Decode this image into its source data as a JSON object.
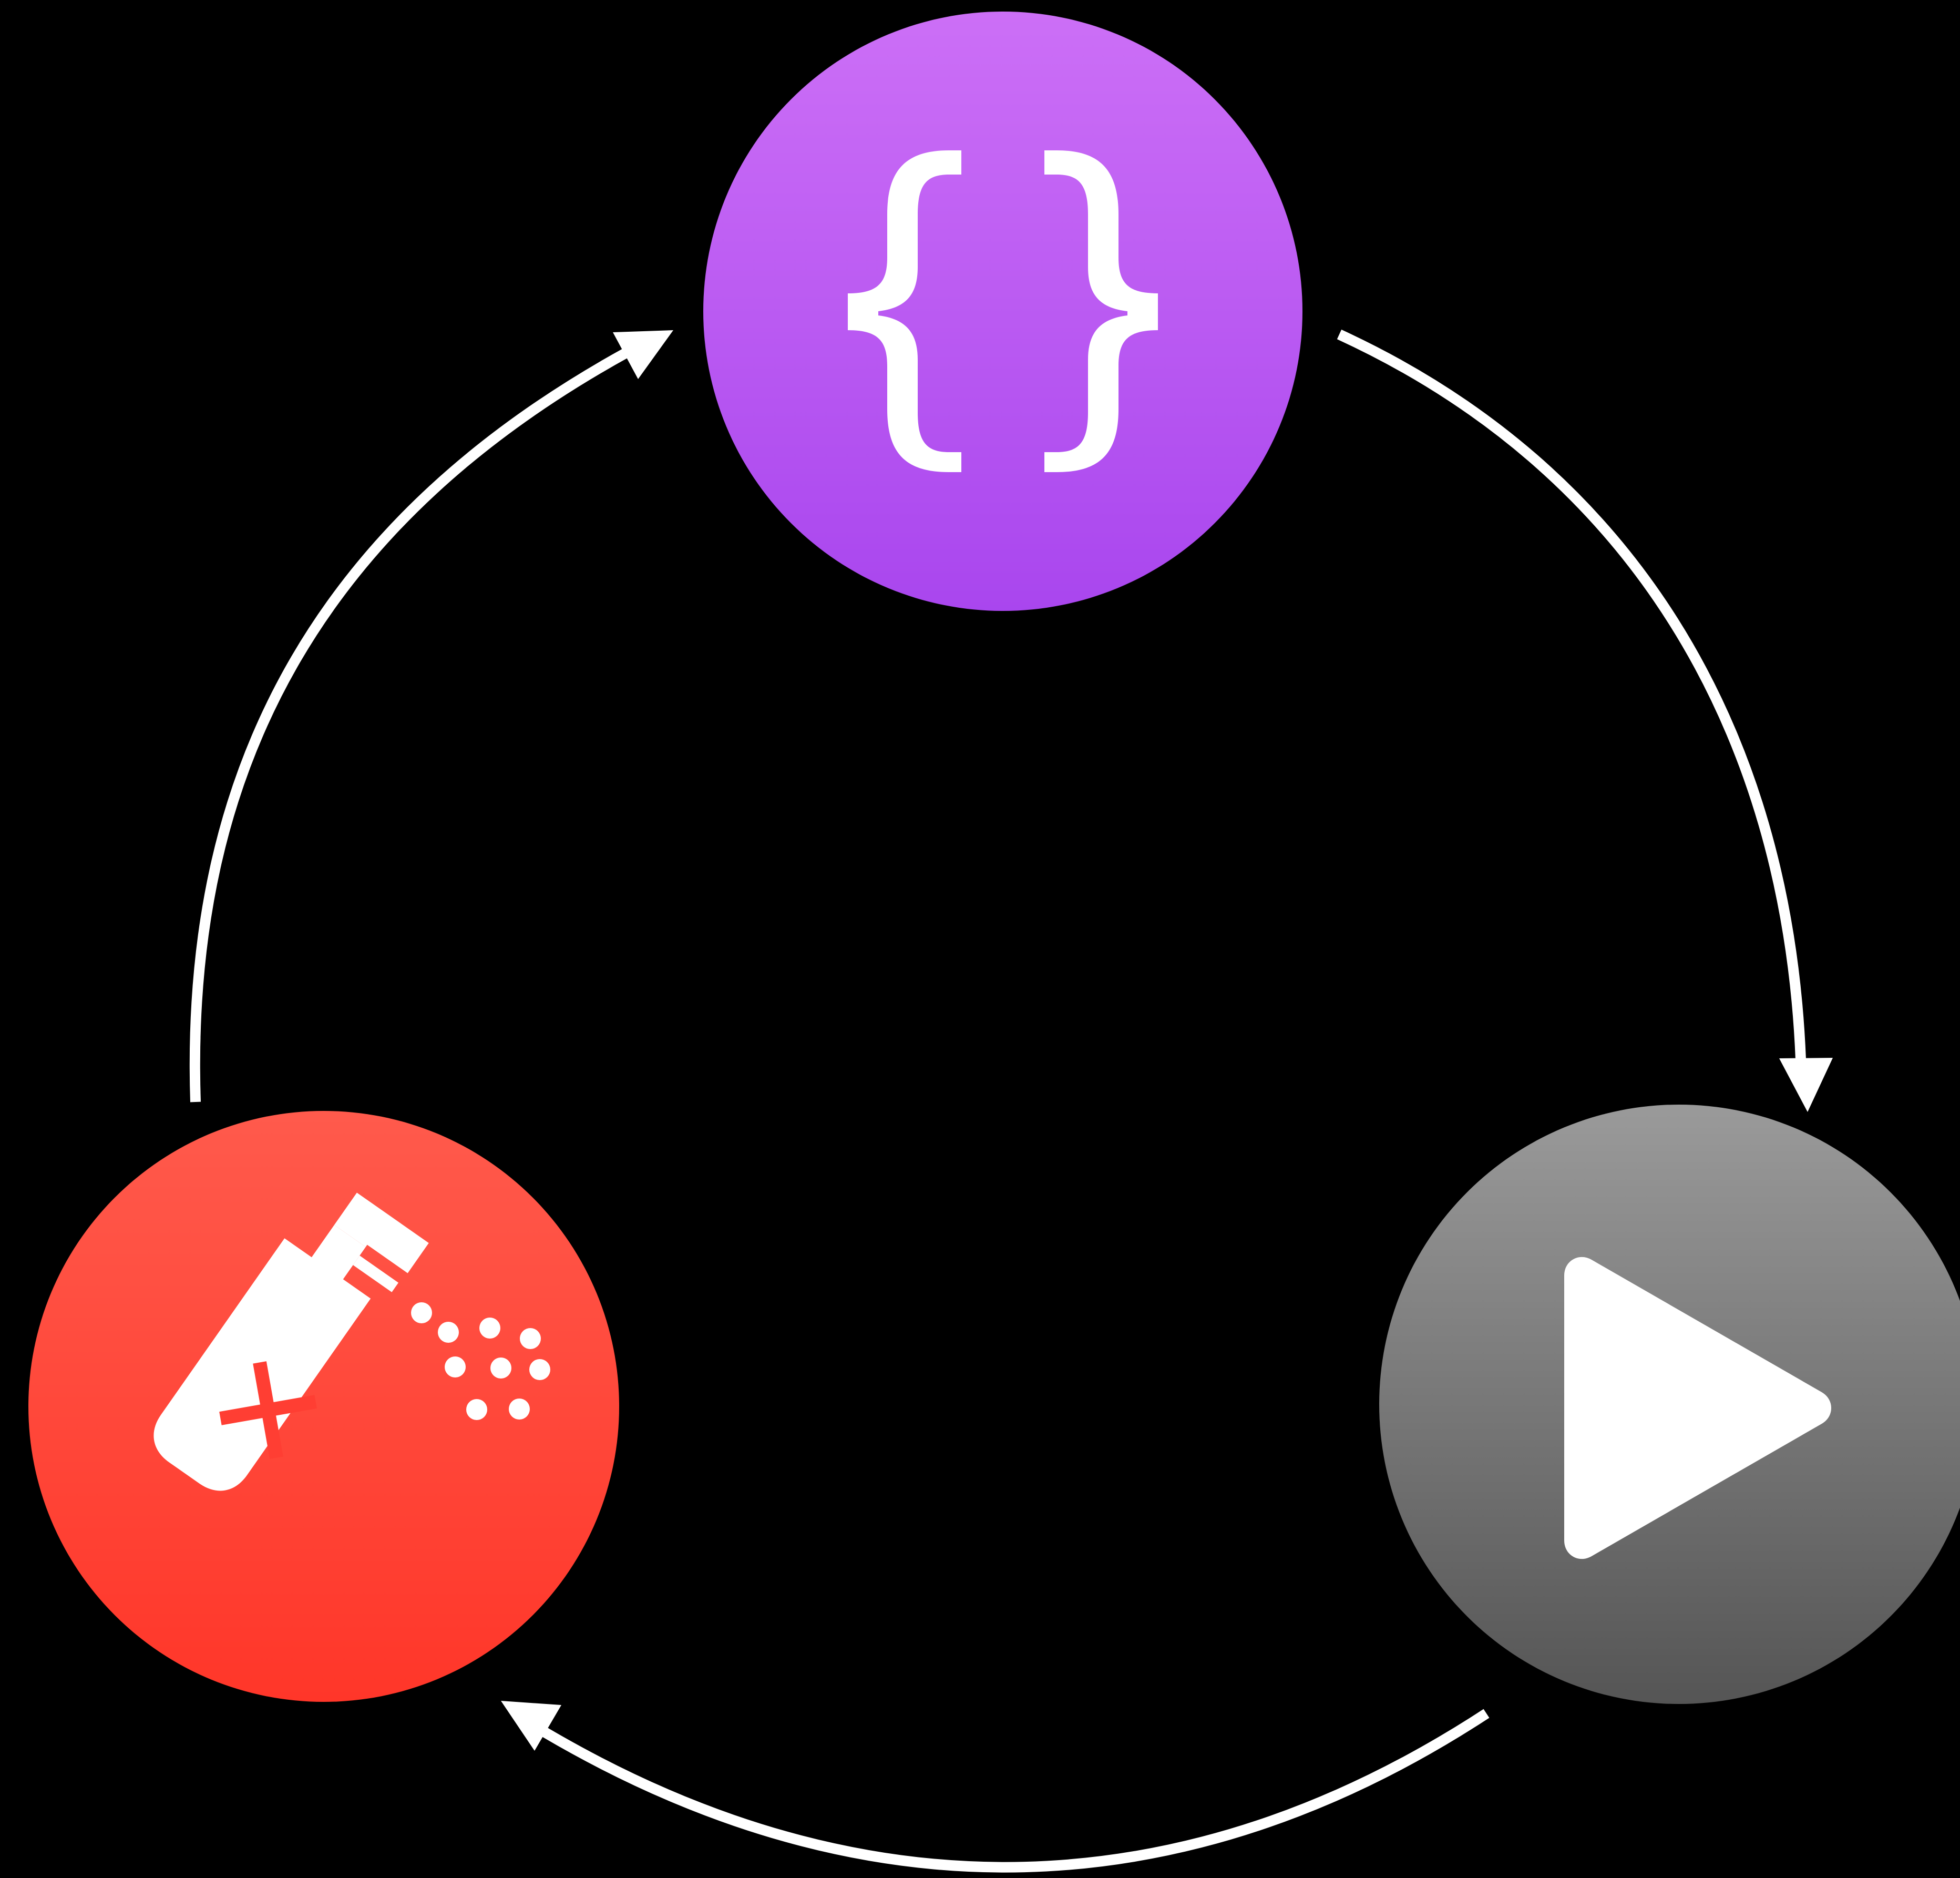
{
  "diagram": {
    "type": "cycle",
    "background": "#000000",
    "arrow_color": "#FFFFFF",
    "nodes": [
      {
        "id": "code",
        "icon": "curly-braces-icon",
        "gradient": [
          "#CC6FF6",
          "#A946EE"
        ]
      },
      {
        "id": "run",
        "icon": "play-icon",
        "gradient": [
          "#9A9A9A",
          "#555555"
        ]
      },
      {
        "id": "sanitize",
        "icon": "sanitizer-spray-icon",
        "gradient": [
          "#FF5A4C",
          "#FF3629"
        ]
      }
    ],
    "edges": [
      {
        "from": "code",
        "to": "run"
      },
      {
        "from": "run",
        "to": "sanitize"
      },
      {
        "from": "sanitize",
        "to": "code"
      }
    ]
  }
}
